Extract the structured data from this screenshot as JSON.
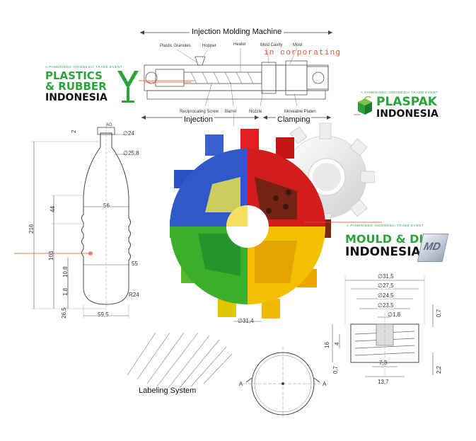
{
  "header": {
    "title": "Injection Molding Machine",
    "incorporating": "in corporating"
  },
  "machine_labels": {
    "plastic_granules": "Plastic Granules",
    "hopper": "Hopper",
    "heater": "Heater",
    "mold_cavity": "Mold Cavity",
    "mold": "Mold",
    "reciprocating_screw": "Reciprocating Screw",
    "barrel": "Barrel",
    "nozzle": "Nozzle",
    "moveable_platen": "Moveable Platen",
    "injection": "Injection",
    "clamping": "Clamping"
  },
  "logos": {
    "plastics_rubber": {
      "tagline": "A PAMERINDO INDONESIA TRADE EVENT",
      "line1": "PLASTICS",
      "line2": "& RUBBER",
      "line3": "INDONESIA",
      "color": "#2aa33a"
    },
    "plaspak": {
      "tagline": "A PAMERINDO INDONESIA TRADE EVENT",
      "line1": "PLASPAK",
      "line2": "INDONESIA",
      "color": "#2aa33a"
    },
    "mould_die": {
      "tagline": "A PAMERINDO INDONESIA TRADE EVENT",
      "line1": "MOULD & DIE",
      "line2": "INDONESIA",
      "badge": "MD",
      "color": "#2aa33a"
    }
  },
  "bottle_dims": {
    "ag": "AG",
    "d24": "∅24",
    "d258": "∅25,8",
    "w56": "56",
    "w55": "55",
    "r24": "R24",
    "w595": "59,5",
    "h2": "2",
    "h216": "216",
    "h44": "44",
    "h103": "103",
    "h108": "10,8",
    "h18": "1,8",
    "h265": "26,5"
  },
  "cap_dims": {
    "d315": "∅31,5",
    "d275": "∅27,5",
    "d245": "∅24,5",
    "d235": "∅23,5",
    "d18": "∅1,8",
    "d314": "∅31,4",
    "h16": "16",
    "h4": "4",
    "h07a": "0,7",
    "h07b": "0,7",
    "h22": "2,2",
    "w73": "7,3",
    "w137": "13,7",
    "a_left": "A",
    "a_right": "A"
  },
  "labeling": "Labeling System",
  "colors": {
    "accent_orange": "#e0502a",
    "brand_green": "#2aa33a",
    "line": "#555555"
  }
}
